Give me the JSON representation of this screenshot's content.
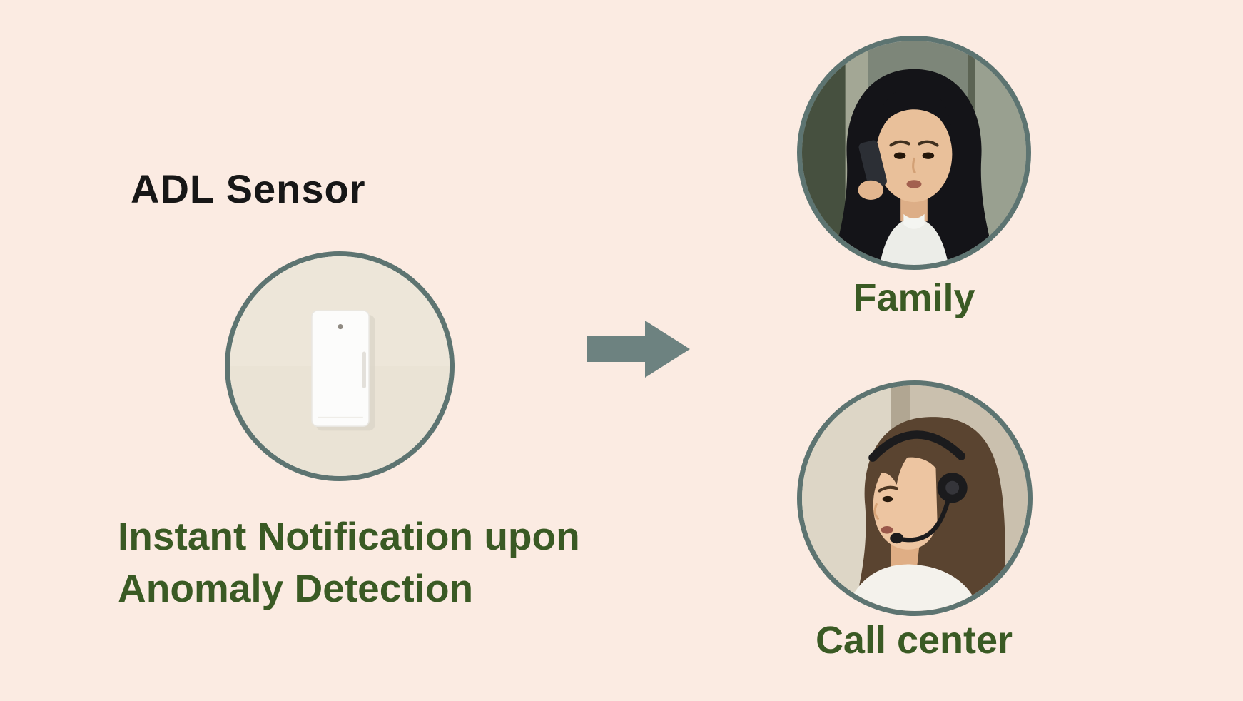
{
  "slide": {
    "sensor_title": "ADL Sensor",
    "caption_line1": "Instant Notification upon",
    "caption_line2": "Anomaly Detection",
    "recipients": [
      {
        "label": "Family",
        "photo": "woman-talking-on-phone"
      },
      {
        "label": "Call center",
        "photo": "call-center-agent-with-headset"
      }
    ],
    "sensor_photo": "adl-door-sensor-device",
    "arrow_icon": "right-arrow"
  },
  "colors": {
    "background": "#fbebe2",
    "heading_text": "#171717",
    "green_text": "#3a5a24",
    "circle_border": "#5d7471",
    "arrow": "#6d8280"
  }
}
